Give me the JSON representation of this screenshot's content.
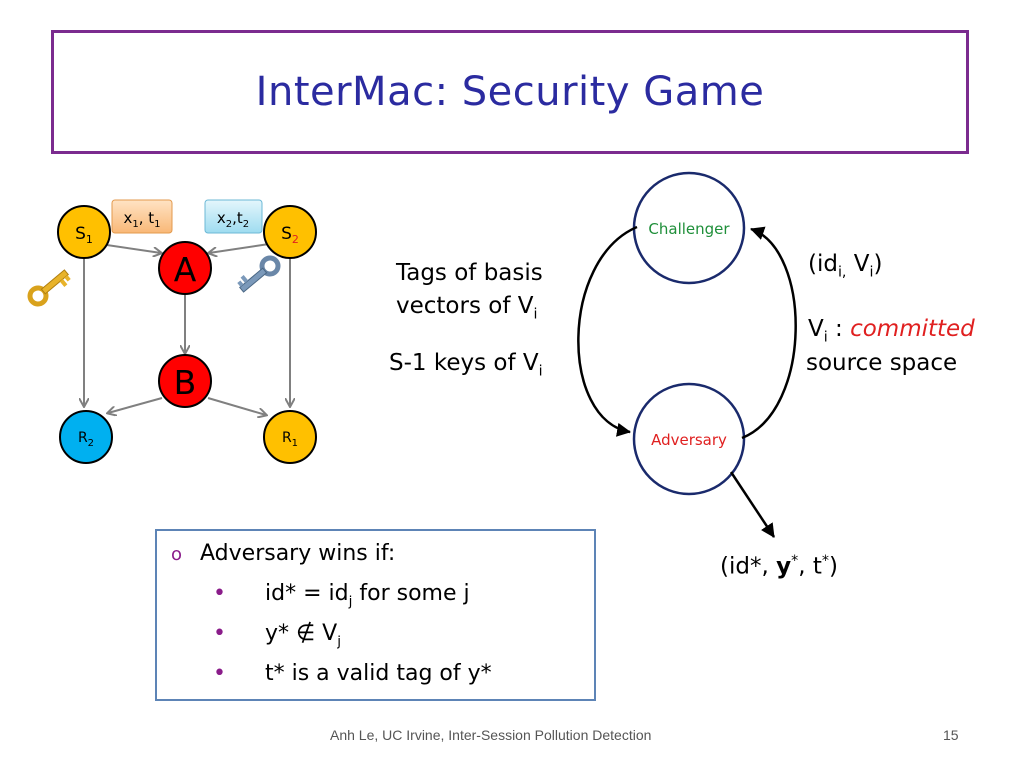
{
  "title": "InterMac: Security Game",
  "network": {
    "source1": {
      "main": "S",
      "sub": "1"
    },
    "source2": {
      "main": "S",
      "sub": "2"
    },
    "node_a": "A",
    "node_b": "B",
    "receiver2": {
      "main": "R",
      "sub": "2"
    },
    "receiver1": {
      "main": "R",
      "sub": "1"
    },
    "label1": {
      "x": "x",
      "xsub": "1",
      "sep": ", ",
      "t": "t",
      "tsub": "1"
    },
    "label2": {
      "x": "x",
      "xsub": "2",
      "sep": ",",
      "t": "t",
      "tsub": "2"
    }
  },
  "game": {
    "challenger": "Challenger",
    "adversary": "Adversary",
    "tags_line1": "Tags of basis",
    "tags_line2_main": "vectors of V",
    "tags_line2_sub": "i",
    "keys_main": "S-1 keys of V",
    "keys_sub": "i",
    "idv_open": "(id",
    "idv_sub1": "i,",
    "idv_v": " V",
    "idv_sub2": "i",
    "idv_close": ")",
    "vi_main": "V",
    "vi_sub": "i",
    "vi_colon": " : ",
    "vi_committed": "committed",
    "source_space": "source space",
    "out_open": "(id*, ",
    "out_y": "y",
    "out_ystar": "*",
    "out_t": ", t",
    "out_tstar": "*",
    "out_close": ")"
  },
  "conditions": {
    "marker": "o",
    "heading": "Adversary wins if:",
    "bullet": "•",
    "items": [
      {
        "a": "id* = id",
        "sub": "j",
        "b": " for some j"
      },
      {
        "a": "y* ∉ V",
        "sub": "j",
        "b": ""
      },
      {
        "a": "t* is a valid tag of y*",
        "sub": "",
        "b": ""
      }
    ]
  },
  "footer": "Anh Le,  UC Irvine, Inter-Session Pollution Detection",
  "page_number": "15",
  "colors": {
    "title": "#2b2ba0",
    "title_border": "#7b2b8f",
    "source_fill": "#ffc000",
    "router_fill": "#ff0000",
    "receiver2_fill": "#00b0f0",
    "challenger_text": "#1f8f3a",
    "adversary_text": "#e02020",
    "circle_border": "#1a2a6c",
    "committed": "#e02020",
    "bullet_marker": "#8a1c8a",
    "box_border": "#5d84b6"
  }
}
